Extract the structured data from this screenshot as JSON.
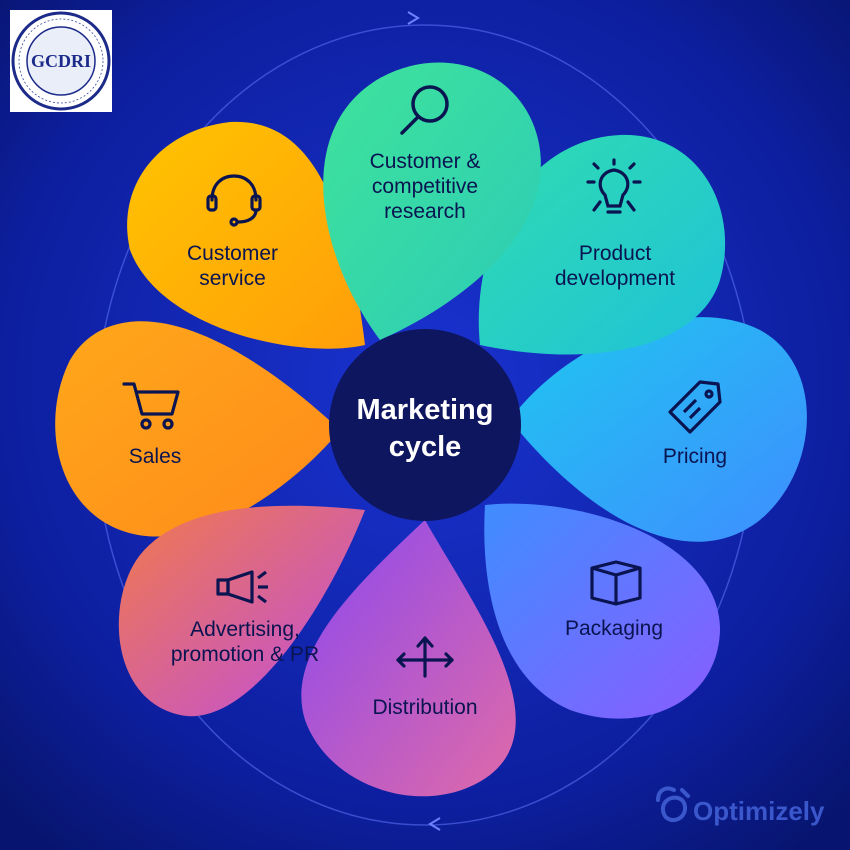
{
  "center": {
    "title": "Marketing\ncycle"
  },
  "petals": [
    {
      "id": "research",
      "label": "Customer &\ncompetitive\nresearch",
      "icon": "magnifier-icon"
    },
    {
      "id": "product",
      "label": "Product\ndevelopment",
      "icon": "lightbulb-icon"
    },
    {
      "id": "pricing",
      "label": "Pricing",
      "icon": "price-tag-icon"
    },
    {
      "id": "packaging",
      "label": "Packaging",
      "icon": "box-icon"
    },
    {
      "id": "distribution",
      "label": "Distribution",
      "icon": "arrows-split-icon"
    },
    {
      "id": "advertising",
      "label": "Advertising,\npromotion & PR",
      "icon": "megaphone-icon"
    },
    {
      "id": "sales",
      "label": "Sales",
      "icon": "shopping-cart-icon"
    },
    {
      "id": "service",
      "label": "Customer\nservice",
      "icon": "headset-icon"
    }
  ],
  "logo": {
    "text": "GCDRI",
    "icon": "gcdri-seal-logo"
  },
  "brand": {
    "name": "Optimizely",
    "icon": "optimizely-logo-icon"
  },
  "colors": {
    "background": "#0b1a8c",
    "center": "#0e1660",
    "research": "#35d6a8",
    "product": "#22c7cf",
    "pricing": "#27a6ff",
    "packaging": "#6c6cff",
    "distribution": "#b64de0",
    "advertising": "#e2607a",
    "sales": "#ff9d0a",
    "service": "#ffb000"
  }
}
